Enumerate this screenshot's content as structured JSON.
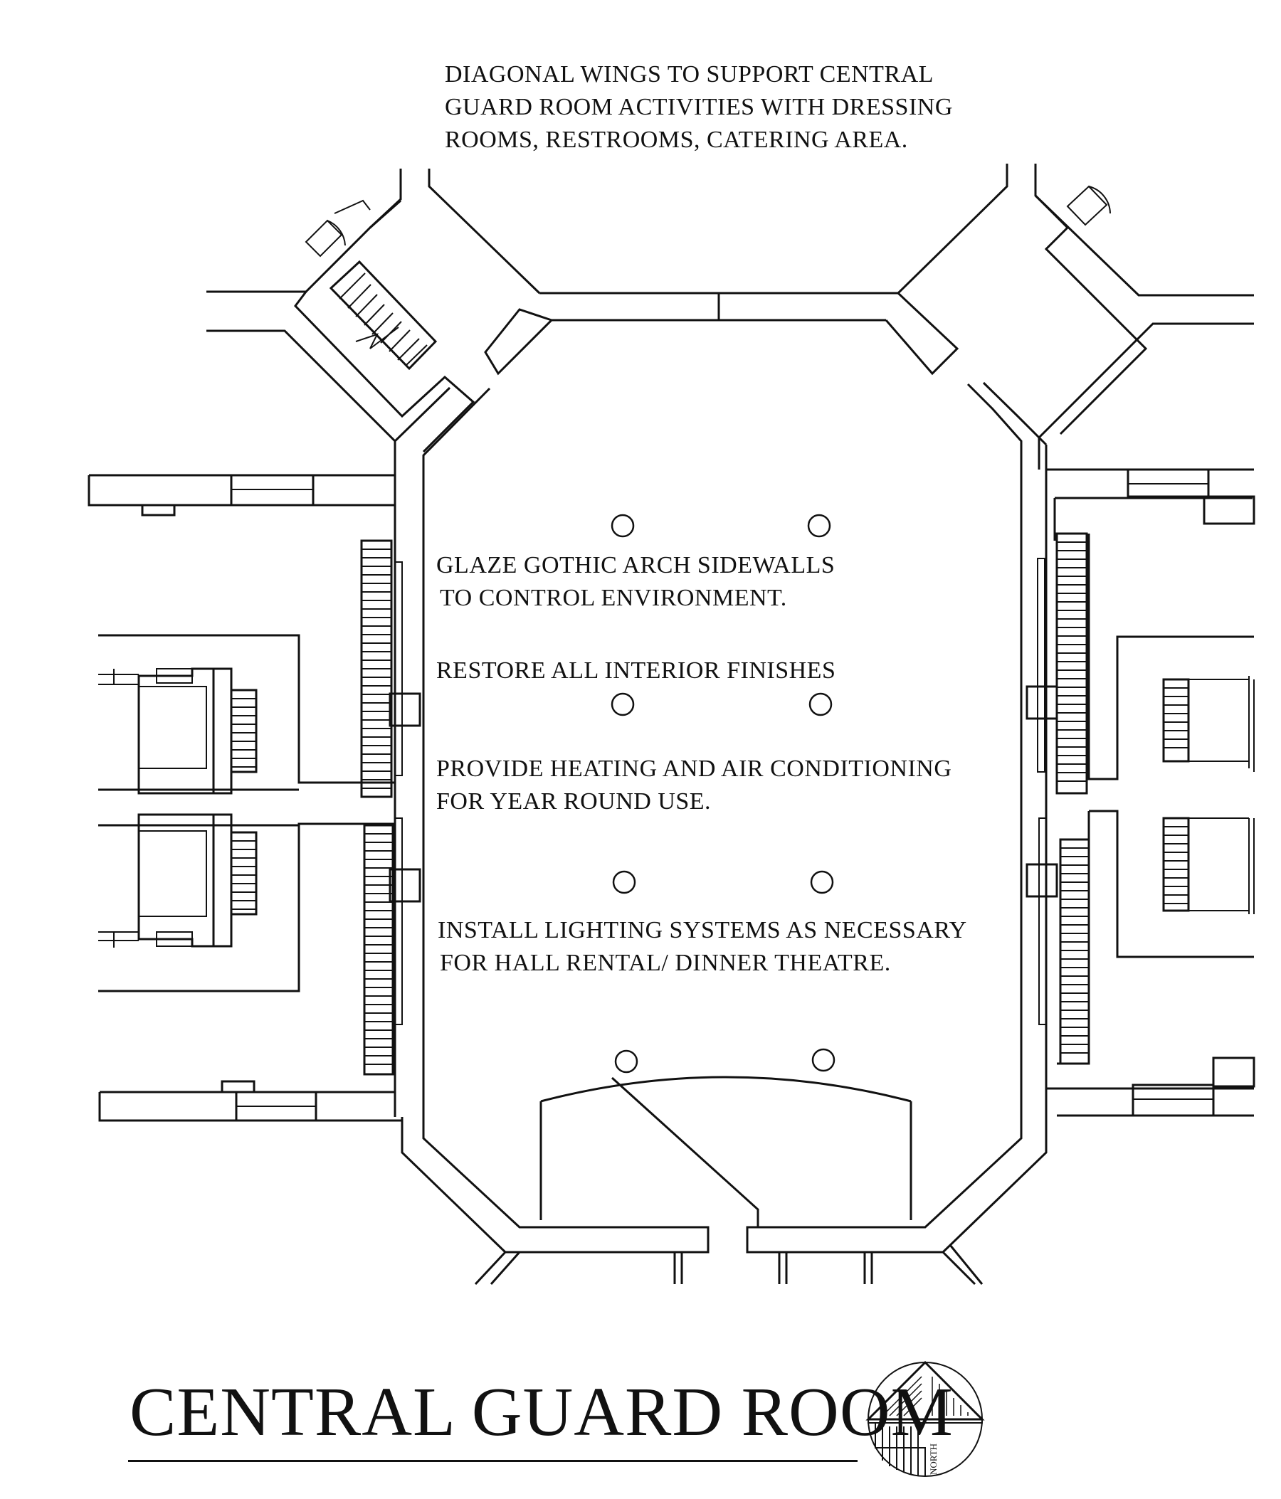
{
  "notes": {
    "wings": [
      "DIAGONAL WINGS TO SUPPORT CENTRAL",
      "GUARD ROOM ACTIVITIES WITH DRESSING",
      "ROOMS, RESTROOMS, CATERING AREA."
    ],
    "glaze": [
      "GLAZE GOTHIC ARCH SIDEWALLS",
      "TO CONTROL ENVIRONMENT."
    ],
    "restore": "RESTORE ALL INTERIOR FINISHES",
    "hvac": [
      "PROVIDE HEATING AND AIR CONDITIONING",
      "FOR YEAR ROUND USE."
    ],
    "lighting": [
      "INSTALL LIGHTING SYSTEMS AS NECESSARY",
      "FOR HALL RENTAL/ DINNER  THEATRE."
    ]
  },
  "title": "CENTRAL GUARD ROOM",
  "north_arrow": {
    "label": "NORTH"
  },
  "colors": {
    "ink": "#111111",
    "paper": "#ffffff"
  }
}
